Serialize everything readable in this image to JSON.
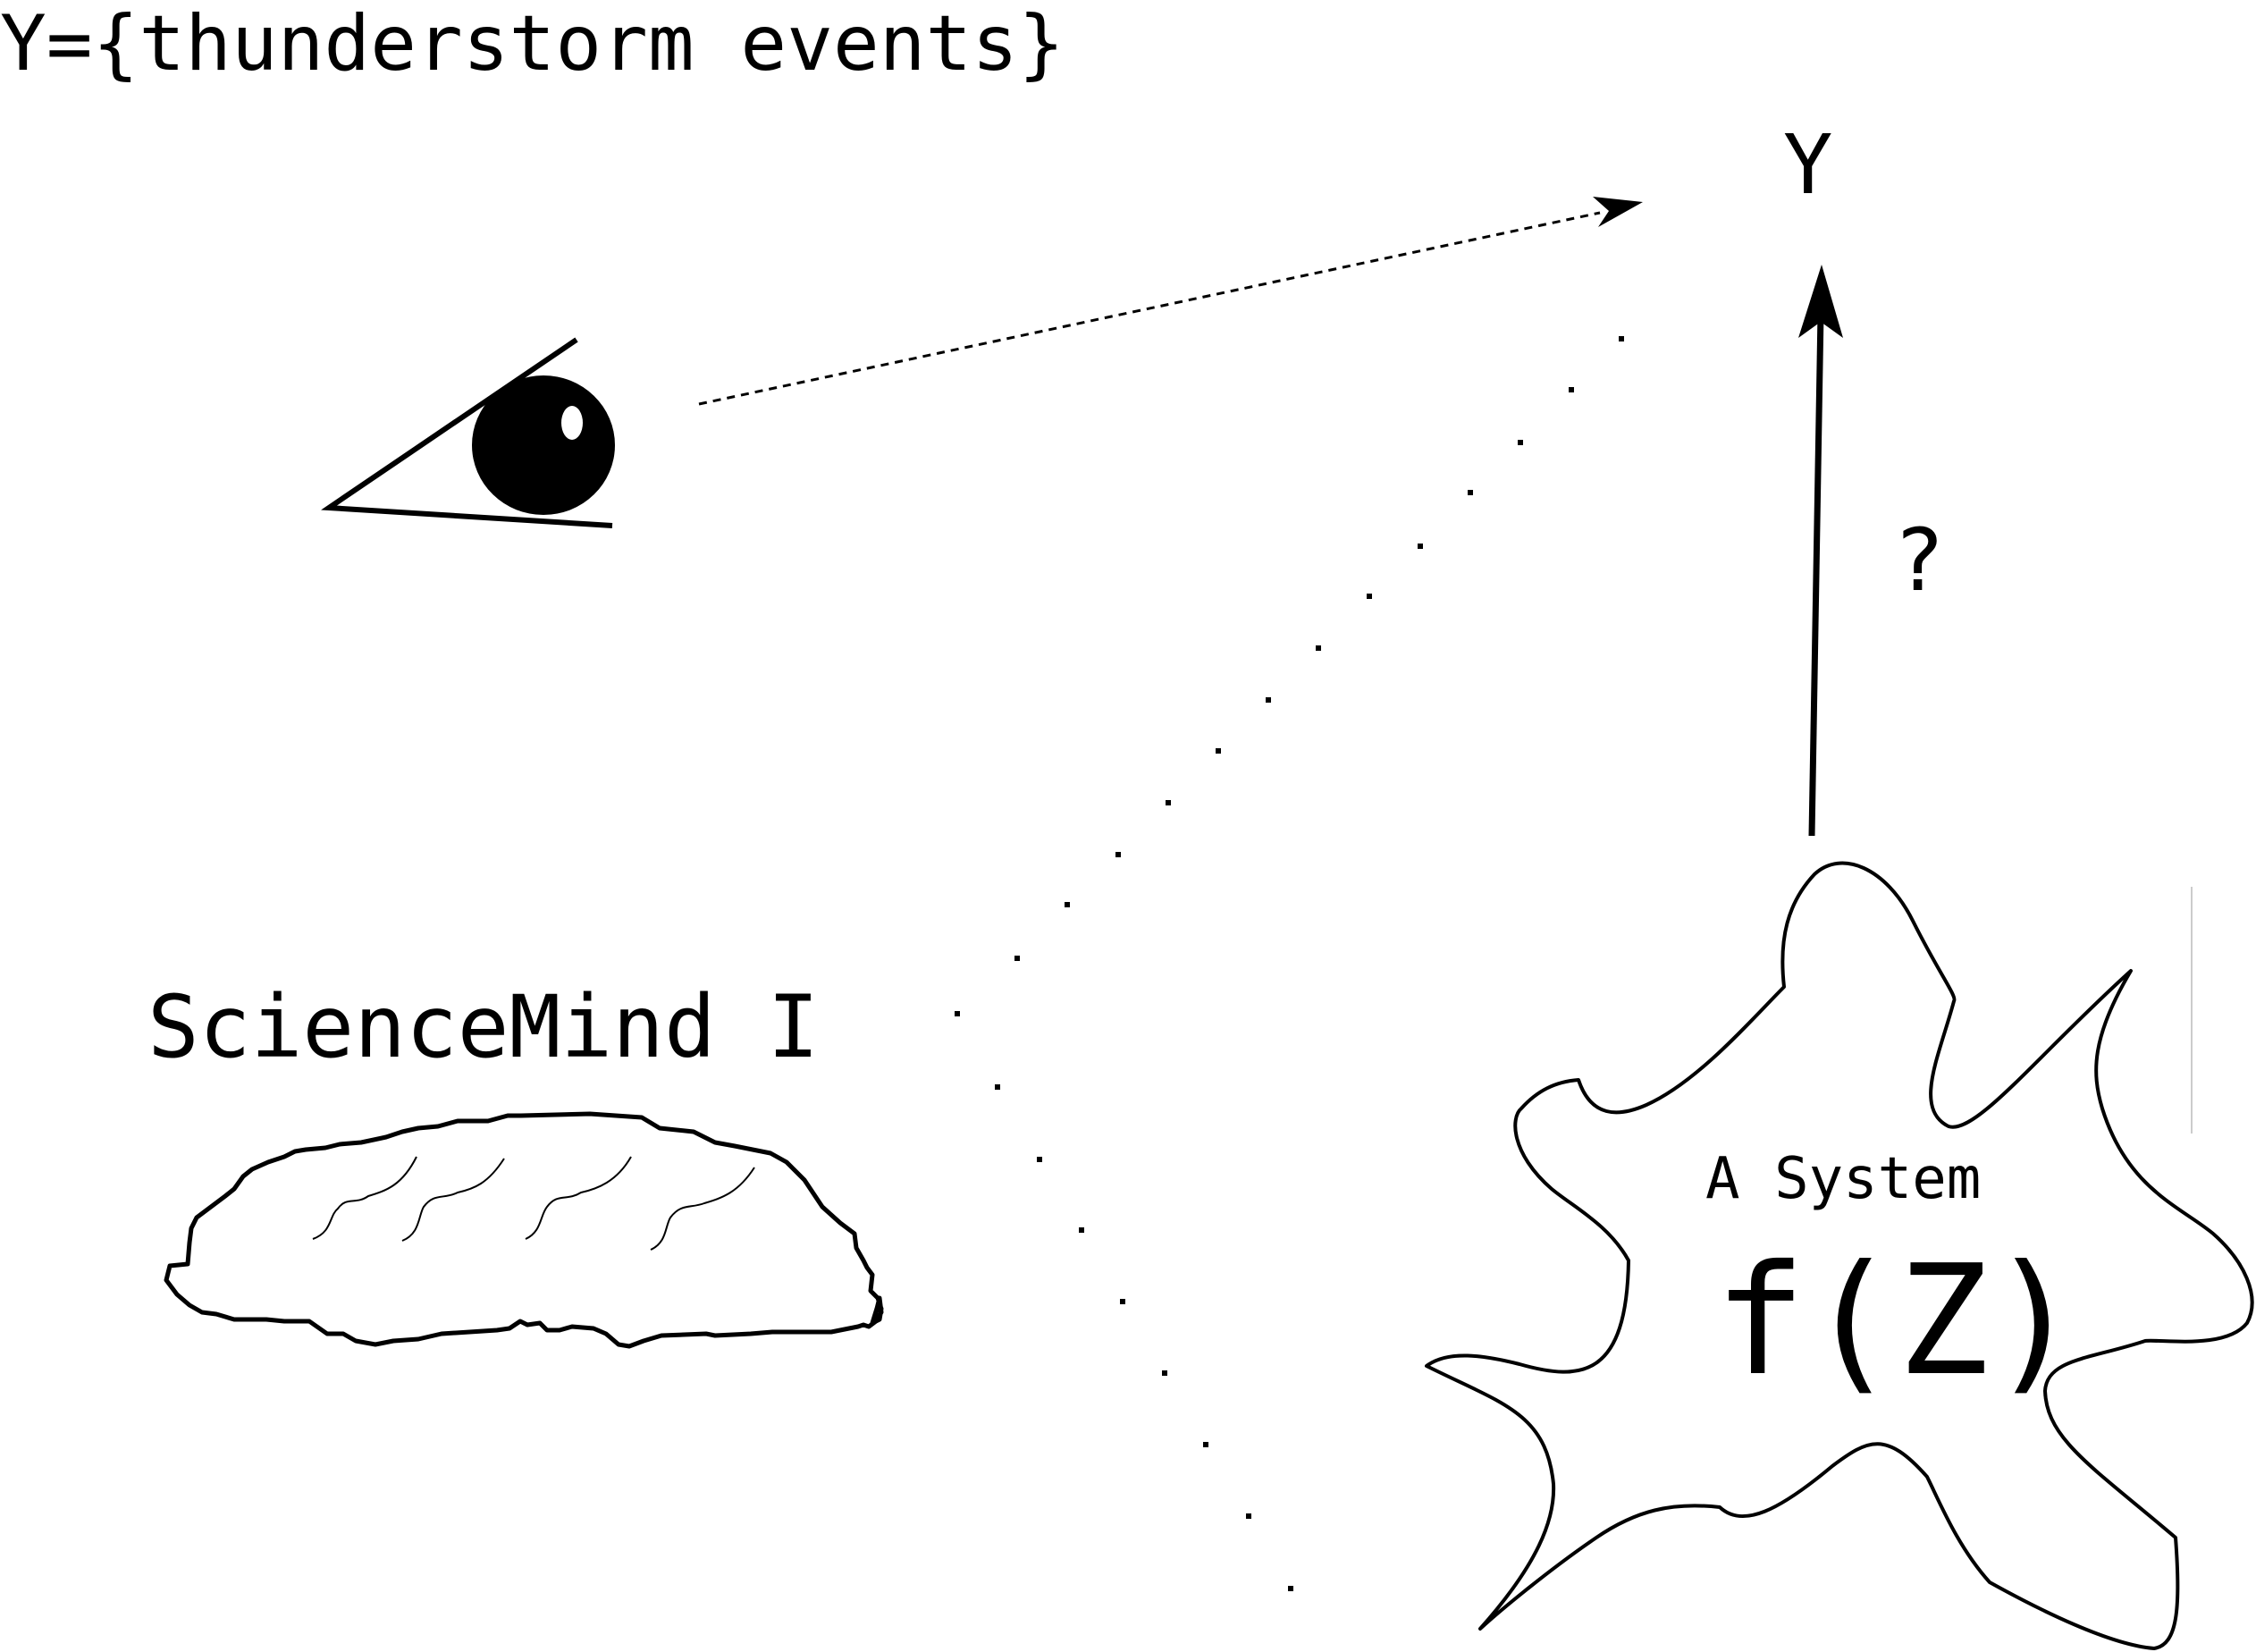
{
  "header": {
    "title": "Y={thunderstorm events}"
  },
  "target": {
    "label": "Y"
  },
  "arrow": {
    "question_label": "?"
  },
  "observer": {
    "label": "ScienceMind I"
  },
  "system": {
    "label": "A System",
    "function_label": "f(Z)"
  },
  "colors": {
    "ink": "#000000",
    "background": "#ffffff"
  }
}
